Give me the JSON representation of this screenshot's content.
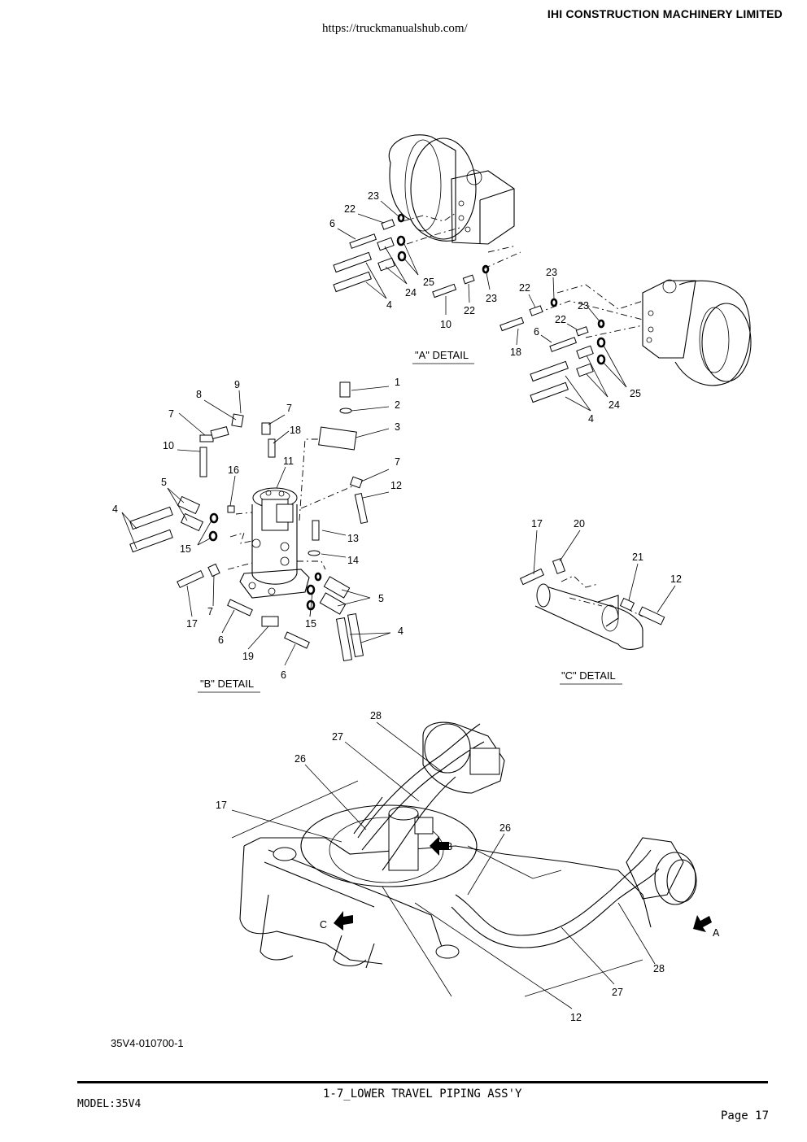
{
  "header": {
    "company": "IHI CONSTRUCTION MACHINERY LIMITED",
    "url": "https://truckmanualshub.com/"
  },
  "details": {
    "a_title": "\"A\" DETAIL",
    "b_title": "\"B\" DETAIL",
    "c_title": "\"C\" DETAIL"
  },
  "arrows": {
    "a": "A",
    "b": "B",
    "c": "C"
  },
  "callouts": {
    "a": [
      "23",
      "22",
      "6",
      "25",
      "24",
      "4",
      "10",
      "22",
      "23",
      "23",
      "22",
      "23",
      "18",
      "6",
      "22",
      "25",
      "24",
      "4"
    ],
    "b": [
      "9",
      "8",
      "7",
      "7",
      "18",
      "1",
      "2",
      "3",
      "10",
      "11",
      "16",
      "7",
      "12",
      "5",
      "4",
      "15",
      "13",
      "14",
      "17",
      "7",
      "5",
      "15",
      "4",
      "6",
      "19",
      "6"
    ],
    "c": [
      "17",
      "20",
      "21",
      "12"
    ],
    "main": [
      "28",
      "27",
      "26",
      "17",
      "26",
      "27",
      "28",
      "12"
    ]
  },
  "footer": {
    "drawing_no": "35V4-010700-1",
    "title": "1-7_LOWER TRAVEL PIPING ASS'Y",
    "model": "MODEL:35V4",
    "page": "Page 17"
  }
}
